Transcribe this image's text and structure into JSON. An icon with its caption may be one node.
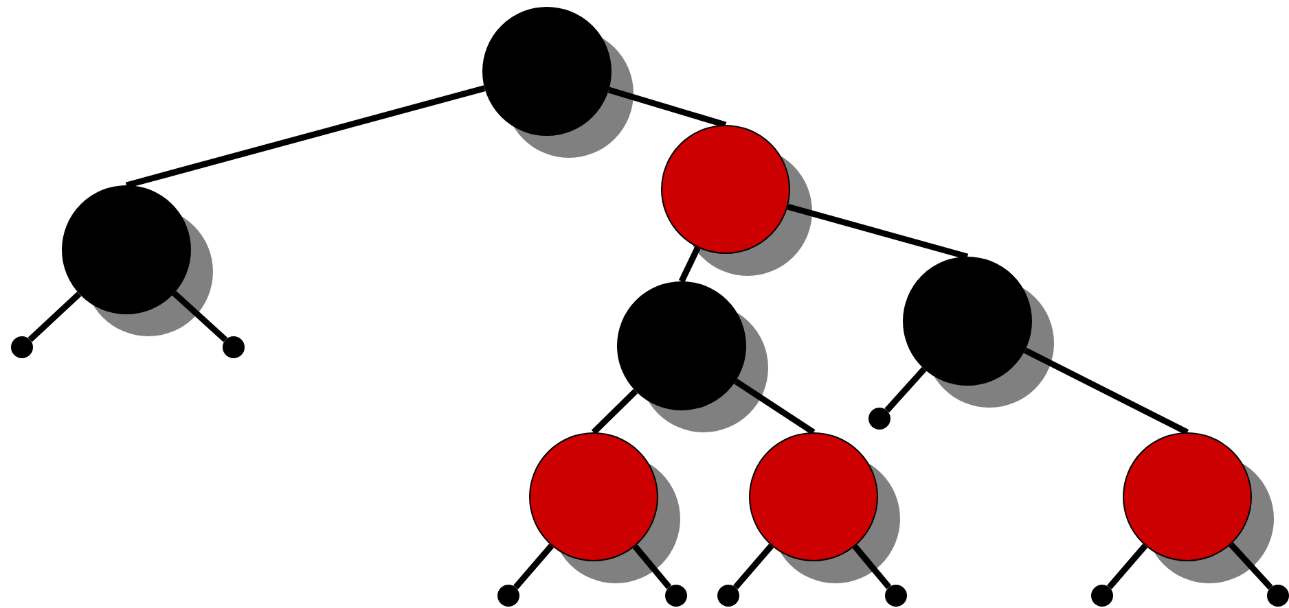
{
  "diagram": {
    "nodes": [
      {
        "text": [],
        "shape": "circle"
      },
      {
        "text": [],
        "shape": "circle"
      },
      {
        "text": [],
        "shape": "circle"
      },
      {
        "text": [],
        "shape": "circle"
      },
      {
        "text": [],
        "shape": "circle"
      },
      {
        "text": [],
        "shape": "circle"
      },
      {
        "text": [],
        "shape": "circle"
      },
      {
        "text": [],
        "shape": "circle"
      },
      {
        "text": [],
        "shape": "circle"
      },
      {
        "text": [],
        "shape": "circle"
      },
      {
        "text": [],
        "shape": "circle"
      },
      {
        "text": [],
        "shape": "circle"
      },
      {
        "text": [],
        "shape": "circle"
      },
      {
        "text": [],
        "shape": "circle"
      },
      {
        "text": [],
        "shape": "circle"
      },
      {
        "text": [],
        "shape": "circle"
      },
      {
        "text": [],
        "shape": "circle"
      }
    ],
    "edges": [
      {
        "from": 0,
        "to": 1,
        "arrow": "none"
      },
      {
        "from": 0,
        "to": 2,
        "arrow": "none"
      },
      {
        "from": 1,
        "to": 8,
        "arrow": "none"
      },
      {
        "from": 1,
        "to": 9,
        "arrow": "none"
      },
      {
        "from": 2,
        "to": 3,
        "arrow": "none"
      },
      {
        "from": 2,
        "to": 4,
        "arrow": "none"
      },
      {
        "from": 3,
        "to": 5,
        "arrow": "none"
      },
      {
        "from": 3,
        "to": 6,
        "arrow": "none"
      },
      {
        "from": 4,
        "to": 10,
        "arrow": "none"
      },
      {
        "from": 4,
        "to": 7,
        "arrow": "none"
      },
      {
        "from": 5,
        "to": 11,
        "arrow": "none"
      },
      {
        "from": 5,
        "to": 12,
        "arrow": "none"
      },
      {
        "from": 6,
        "to": 13,
        "arrow": "none"
      },
      {
        "from": 6,
        "to": 14,
        "arrow": "none"
      },
      {
        "from": 7,
        "to": 15,
        "arrow": "none"
      },
      {
        "from": 7,
        "to": 16,
        "arrow": "none"
      }
    ]
  }
}
